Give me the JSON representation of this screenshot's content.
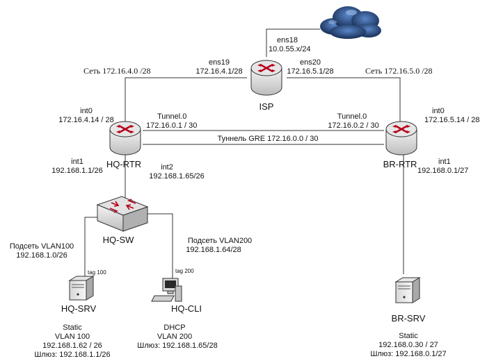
{
  "cloud": {
    "label": ""
  },
  "isp": {
    "name": "ISP",
    "ens18": {
      "iface": "ens18",
      "ip": "10.0.55.x/24"
    },
    "ens19": {
      "iface": "ens19",
      "ip": "172.16.4.1/28"
    },
    "ens20": {
      "iface": "ens20",
      "ip": "172.16.5.1/28"
    }
  },
  "networks": {
    "left": "Сеть 172.16.4.0 /28",
    "right": "Сеть 172.16.5.0 /28"
  },
  "hq_rtr": {
    "name": "HQ-RTR",
    "int0": {
      "iface": "int0",
      "ip": "172.16.4.14 / 28"
    },
    "tunnel": {
      "iface": "Tunnel.0",
      "ip": "172.16.0.1 / 30"
    },
    "int1": {
      "iface": "int1",
      "ip": "192.168.1.1/26"
    },
    "int2": {
      "iface": "int2",
      "ip": "192.168.1.65/26"
    }
  },
  "br_rtr": {
    "name": "BR-RTR",
    "int0": {
      "iface": "int0",
      "ip": "172.16.5.14 / 28"
    },
    "tunnel": {
      "iface": "Tunnel.0",
      "ip": "172.16.0.2 / 30"
    },
    "int1": {
      "iface": "int1",
      "ip": "192.168.0.1/27"
    }
  },
  "gre": {
    "label": "Туннель GRE 172.16.0.0 / 30"
  },
  "hq_sw": {
    "name": "HQ-SW"
  },
  "vlan100": {
    "title": "Подсеть VLAN100",
    "net": "192.168.1.0/26",
    "tag": "tag 100"
  },
  "vlan200": {
    "title": "Подсеть VLAN200",
    "net": "192.168.1.64/28",
    "tag": "tag 200"
  },
  "hq_srv": {
    "name": "HQ-SRV",
    "lines": [
      "Static",
      "VLAN 100",
      "192.168.1.62 / 26",
      "Шлюз: 192.168.1.1/26"
    ]
  },
  "hq_cli": {
    "name": "HQ-CLI",
    "lines": [
      "DHCP",
      "VLAN 200",
      "Шлюз: 192.168.1.65/28"
    ]
  },
  "br_srv": {
    "name": "BR-SRV",
    "lines": [
      "Static",
      "192.168.0.30 / 27",
      "Шлюз: 192.168.0.1/27"
    ]
  }
}
